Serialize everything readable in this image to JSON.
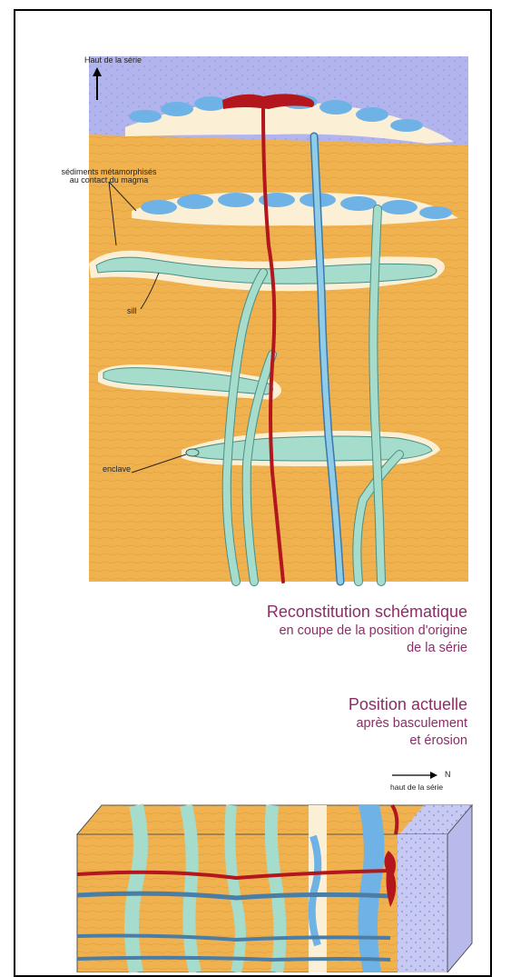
{
  "colors": {
    "sky": "#b3b4ee",
    "sediment": "#f0b24e",
    "sediment_dark": "#d99a3a",
    "sill": "#a5dccb",
    "sill_edge": "#4a8f86",
    "halo": "#fbf0d6",
    "lava_blue": "#6fb3e6",
    "dyke_red": "#b3161d",
    "caption": "#8c2d68",
    "frame": "#000000"
  },
  "cross_section": {
    "top_label": "Haut de la série",
    "metamorphic_label_line1": "sédiments métamorphisés",
    "metamorphic_label_line2": "au contact du magma",
    "sill_label": "sill",
    "enclave_label": "enclave"
  },
  "caption_original": {
    "line1": "Reconstitution schématique",
    "line2": "en coupe de la position d'origine",
    "line3": "de la série"
  },
  "caption_current": {
    "line1": "Position actuelle",
    "line2": "après basculement",
    "line3": "et érosion"
  },
  "orientation": {
    "north_label": "N",
    "top_label": "haut de la série"
  }
}
